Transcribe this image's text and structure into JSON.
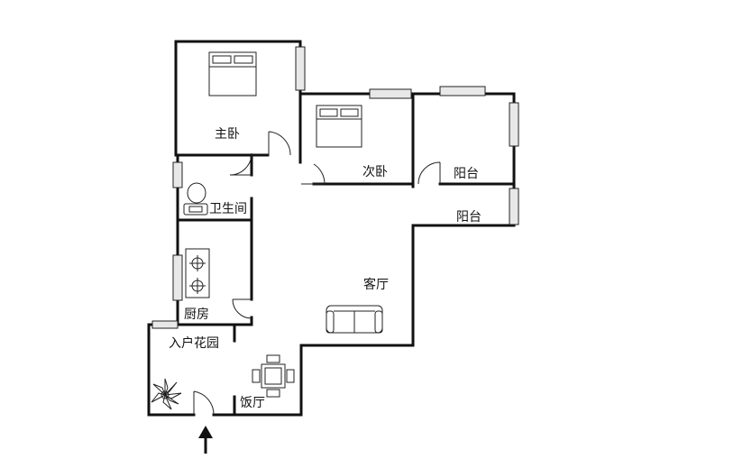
{
  "rooms": {
    "master_bedroom": "主卧",
    "second_bedroom": "次卧",
    "balcony_upper": "阳台",
    "balcony_lower": "阳台",
    "bathroom": "卫生间",
    "kitchen": "厨房",
    "living_room": "客厅",
    "entry_garden": "入户花园",
    "dining_room": "饭厅"
  },
  "icons": {
    "entrance": "up-arrow-icon",
    "bed": "bed-icon",
    "toilet": "toilet-icon",
    "stove": "stove-icon",
    "sofa": "sofa-icon",
    "dining_table": "dining-table-icon",
    "plant": "plant-icon"
  },
  "colors": {
    "wall": "#111111",
    "line": "#222222",
    "window_fill": "#e8e8e8",
    "background": "#ffffff"
  }
}
